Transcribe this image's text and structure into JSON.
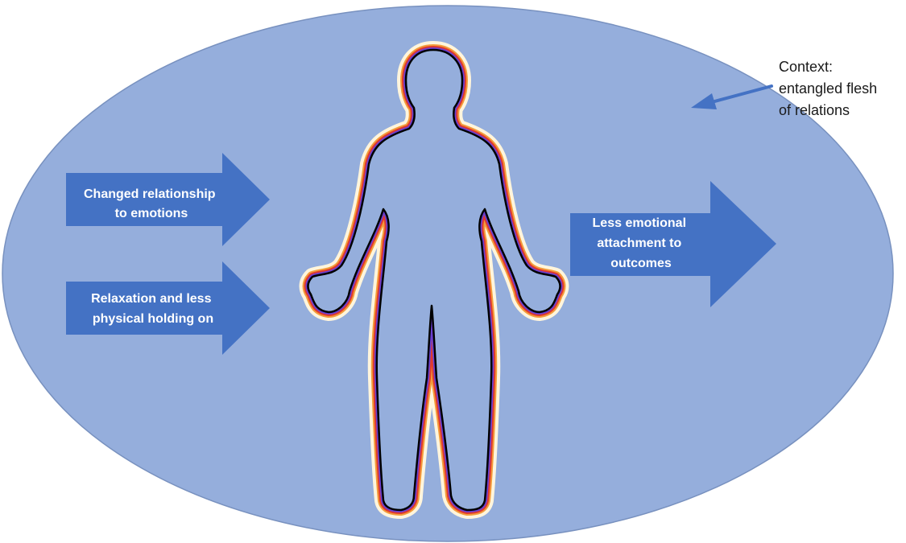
{
  "diagram": {
    "context_label": {
      "lines": [
        "Context:",
        "entangled flesh",
        "of relations"
      ]
    },
    "arrows": [
      {
        "id": "emotions",
        "lines": [
          "Changed relationship",
          "to emotions"
        ]
      },
      {
        "id": "relaxation",
        "lines": [
          "Relaxation and less",
          "physical holding on"
        ]
      },
      {
        "id": "outcomes",
        "lines": [
          "Less emotional",
          "attachment to",
          "outcomes"
        ]
      }
    ]
  },
  "colors": {
    "ellipse_fill": "#95aedc",
    "ellipse_stroke": "#7891bf",
    "arrow_fill": "#4472c4",
    "pointer_arrow": "#4472c4",
    "outline_black": "#000000",
    "outline_purple": "#6a3fd0",
    "outline_red": "#e03a2e",
    "outline_orange": "#f39c3a",
    "outline_glow": "#fff5dc"
  },
  "icons": {
    "human_figure": "human-body-outline-icon"
  }
}
